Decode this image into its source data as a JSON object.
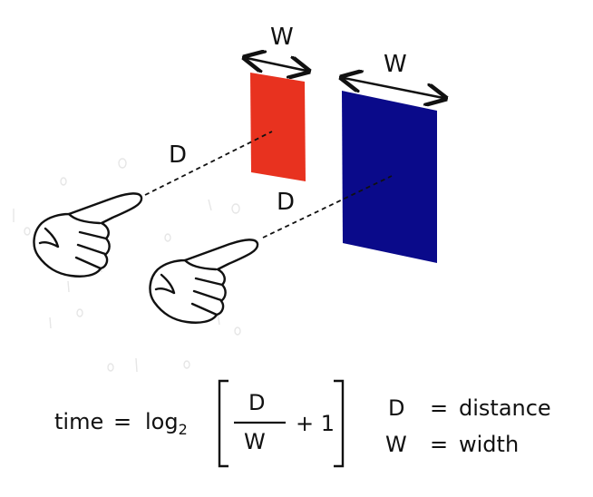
{
  "diagram": {
    "labels": {
      "width_small": "W",
      "width_large": "W",
      "distance_top": "D",
      "distance_bottom": "D"
    },
    "colors": {
      "small_target": "#e8321f",
      "large_target": "#0a0a8a",
      "ink": "#111111"
    },
    "icons": [
      "pointing-hand-icon",
      "pointing-hand-icon"
    ]
  },
  "formula": {
    "lhs": "time",
    "eq": "=",
    "log": "log",
    "base": "2",
    "numerator": "D",
    "denominator": "W",
    "plus_one": "+ 1"
  },
  "legend": {
    "d_symbol": "D",
    "d_eq": "=",
    "d_text": "distance",
    "w_symbol": "W",
    "w_eq": "=",
    "w_text": "width"
  }
}
